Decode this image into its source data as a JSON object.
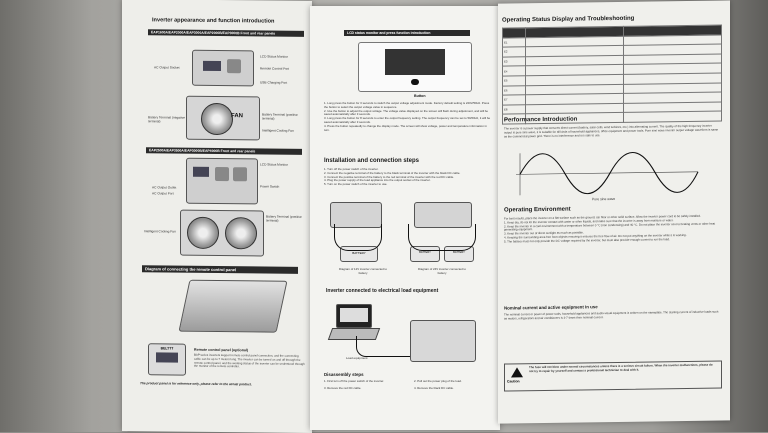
{
  "panel1": {
    "title": "Inverter appearance and function introduction",
    "band1": "EAP1600A/EAP2000A/EAP3000A/EAP2000B/EAP3000B Front and rear panels",
    "band2": "EAP2500A/EAP3500A/EAP3000B/EAP4000B Front and rear panels",
    "band3": "Diagram of connecting the remote control panel",
    "labels": {
      "ac_output": "AC Output Socket",
      "lcd": "LCD Status Monitor",
      "remote_port": "Remote Control Port",
      "power_switch": "Power Switch",
      "usb": "USB Charging Port",
      "battery_neg": "Battery Terminal (negative terminal)",
      "battery_pos": "Battery Terminal (positive terminal)",
      "cooling_fan": "Intelligent Cooling Fan",
      "ac_outlet": "AC Output Outlet",
      "ac_port": "AC Output Port"
    },
    "fan": "FAN",
    "remote_brand": "BELTTT",
    "remote_heading": "Remote control panel (optional)",
    "remote_text": "BAP series inverters support remote control panel connection, and the connecting cable can be up to 7 meters long. The inverter can be turned on and off through the remote control panel, and the working status of the inverter can be understood through the monitor of the remote controller.",
    "footnote": "The product panel is for reference only, please refer to the actual product."
  },
  "panel2": {
    "title": "LCD status monitor and press function introduction",
    "button_label": "Button",
    "steps": [
      "1. Long press the button for 3 seconds to switch the output voltage adjustment mode. Factory default setting is 220V/50Hz. Press the button to select the output voltage value in sequence.",
      "2. Use the button to adjust the output voltage. The voltage value displayed on the screen will flash during adjustment, and will be saved automatically after 3 seconds.",
      "3. Long press the button for 8 seconds to enter the output frequency setting. The output frequency can be set to 50/60Hz, it will be saved automatically after 3 seconds.",
      "4. Press the button repeatedly to change the display mode. The screen will show voltage, power and temperature information in turn."
    ],
    "install_title": "Installation and connection steps",
    "install_steps": [
      "1. Turn off the power switch of the inverter.",
      "2. Connect the negative terminal of the battery to the black terminal of the inverter with the black DC cable.",
      "3. Connect the positive terminal of the battery to the red terminal of the inverter with the red DC cable.",
      "4. Plug the power supply of the load appliance into the output socket of the inverter.",
      "5. Turn on the power switch of the inverter to use."
    ],
    "battery": "BATTERY",
    "diag_12v": "Diagram of 12V inverter connected to battery",
    "diag_24v": "Diagram of 24V inverter connected to battery",
    "load_title": "Inverter connected to electrical load equipment",
    "load_label": "Load equipment",
    "disassembly_title": "Disassembly steps",
    "disassembly": [
      "1. First turn off the power switch of the inverter.",
      "2. Pull out the power plug of the load.",
      "3. Remove the red DC cable.",
      "4. Remove the black DC cable."
    ]
  },
  "panel3": {
    "title": "Operating Status Display and Troubleshooting",
    "codes": [
      "E1",
      "E2",
      "E3",
      "E4",
      "E5",
      "E6",
      "E7",
      "E8",
      "E9"
    ],
    "perf_title": "Performance Introduction",
    "perf_text": "The inverter is a power supply that converts direct current (battery, solar cells, wind turbines, etc.) into alternating current. The quality of the high frequency inverter output is pure sine wave, it is suitable for all kinds of household appliances, office equipment and power tools. Pure sine wave inverter output voltage waveform is same as the commercial power grid. There is no interference and it is safe to use.",
    "wave_label": "Pure sine wave",
    "env_title": "Operating Environment",
    "env_items": [
      "For best results, place the inverter on a flat surface such as the ground, car floor or other solid surface. Allow the inverter power cord to be safely installed.",
      "1. Keep dry, do not let the inverter contact with water or other liquids, and make sure that the inverter is away from moisture or water.",
      "2. Keep the inverter in a cool environment with a temperature between 0 °C (non condensing) and 40 °C. Do not place the inverter next to heating vents or other heat generating equipment.",
      "3. Keep the inverter out of direct sunlight as much as possible.",
      "4. Keeping the surrounding area free from objects ensuring it ensures the free flow of air. Do not put anything on the inverter while it is working.",
      "5. The battery must not only provide the DC voltage required by the inverter, but must also provide enough current to run the load."
    ],
    "load_title": "Nominal current and active equipment in use",
    "load_text": "The nominal current or power of power tools, household appliances and audio-visual equipment is written on the nameplate. The starting current of inductive loads such as motors, refrigerators and air conditioners is 3-7 times their nominal current.",
    "caution_label": "Caution",
    "caution_text": "The fuse will not blow under normal circumstances unless there is a serious circuit failure. When the inverter malfunctions, please do not try to repair by yourself and contact a professional technician to deal with it."
  }
}
